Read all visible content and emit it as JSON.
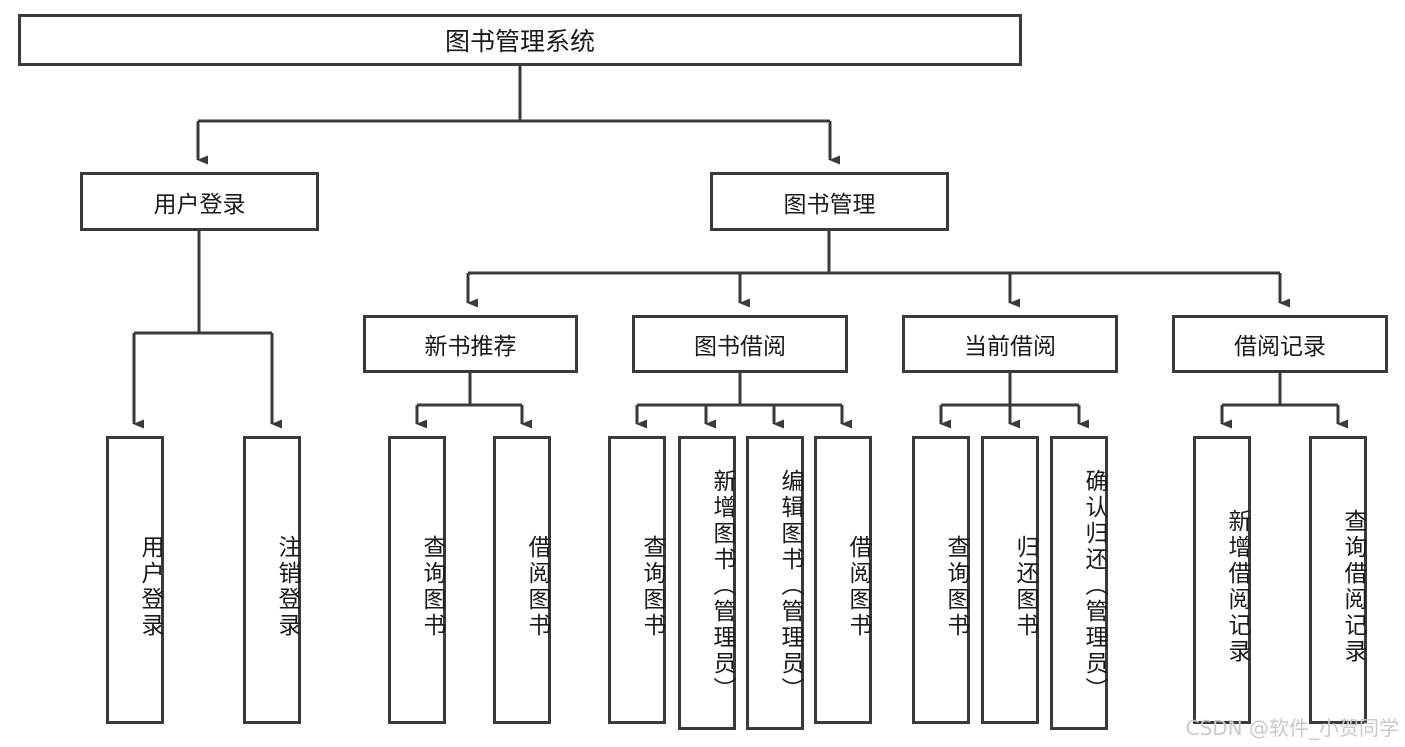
{
  "diagram": {
    "title": "图书管理系统",
    "watermark": "CSDN @软件_小贺同学",
    "colors": {
      "border": "#3a3a3a",
      "background": "#ffffff",
      "text": "#1a1a1a",
      "watermark": "#c9c9c9"
    },
    "root": {
      "label": "图书管理系统"
    },
    "level2": [
      {
        "label": "用户登录"
      },
      {
        "label": "图书管理"
      }
    ],
    "level3": [
      {
        "label": "新书推荐"
      },
      {
        "label": "图书借阅"
      },
      {
        "label": "当前借阅"
      },
      {
        "label": "借阅记录"
      }
    ],
    "leaves": [
      {
        "label": "用户登录"
      },
      {
        "label": "注销登录"
      },
      {
        "label": "查询图书"
      },
      {
        "label": "借阅图书"
      },
      {
        "label": "查询图书"
      },
      {
        "label": "新增图书（管理员）"
      },
      {
        "label": "编辑图书（管理员）"
      },
      {
        "label": "借阅图书"
      },
      {
        "label": "查询图书"
      },
      {
        "label": "归还图书"
      },
      {
        "label": "确认归还（管理员）"
      },
      {
        "label": "新增借阅记录"
      },
      {
        "label": "查询借阅记录"
      }
    ]
  }
}
